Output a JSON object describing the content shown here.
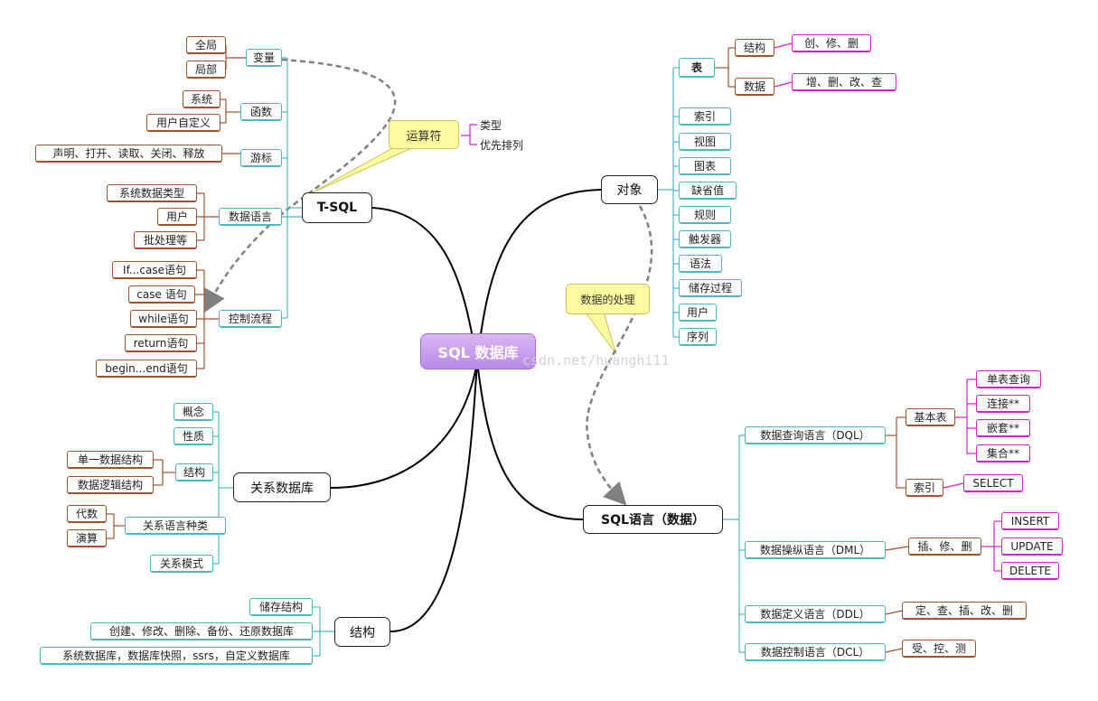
{
  "center": "SQL 数据库",
  "watermark": "csdn.net/huanghi11",
  "tsql": {
    "title": "T-SQL",
    "variable": {
      "label": "变量",
      "children": [
        "全局",
        "局部"
      ]
    },
    "function": {
      "label": "函数",
      "children": [
        "系统",
        "用户自定义"
      ]
    },
    "cursor": {
      "label": "游标",
      "children": [
        "声明、打开、读取、关闭、释放"
      ]
    },
    "data_lang": {
      "label": "数据语言",
      "children": [
        "系统数据类型",
        "用户",
        "批处理等"
      ]
    },
    "control": {
      "label": "控制流程",
      "children": [
        "If...case语句",
        "case 语句",
        "while语句",
        "return语句",
        "begin...end语句"
      ]
    },
    "operator_callout": "运算符",
    "operator_items": [
      "类型",
      "优先排列"
    ]
  },
  "objects": {
    "title": "对象",
    "table": {
      "label": "表",
      "structure": "结构",
      "structure_ops": "创、修、删",
      "data": "数据",
      "data_ops": "增、删、改、查"
    },
    "items": [
      "索引",
      "视图",
      "图表",
      "缺省值",
      "规则",
      "触发器",
      "语法",
      "储存过程",
      "用户",
      "序列"
    ]
  },
  "data_callout": "数据的处理",
  "sql_lang": {
    "title": "SQL语言（数据）",
    "dql": {
      "label": "数据查询语言（DQL）",
      "basic": "基本表",
      "basic_items": [
        "单表查询",
        "连接**",
        "嵌套**",
        "集合**"
      ],
      "index": "索引",
      "select": "SELECT"
    },
    "dml": {
      "label": "数据操纵语言（DML）",
      "ops": "插、修、删",
      "items": [
        "INSERT",
        "UPDATE",
        "DELETE"
      ]
    },
    "ddl": {
      "label": "数据定义语言（DDL）",
      "ops": "定、查、插、改、删"
    },
    "dcl": {
      "label": "数据控制语言（DCL）",
      "ops": "受、控、测"
    }
  },
  "relational": {
    "title": "关系数据库",
    "concept": "概念",
    "nature": "性质",
    "structure": {
      "label": "结构",
      "children": [
        "单一数据结构",
        "数据逻辑结构"
      ]
    },
    "lang": {
      "label": "关系语言种类",
      "children": [
        "代数",
        "演算"
      ]
    },
    "schema": "关系模式"
  },
  "structure": {
    "title": "结构",
    "items": [
      "储存结构",
      "创建、修改、删除、备份、还原数据库",
      "系统数据库，数据库快照，ssrs，自定义数据库"
    ]
  },
  "colors": {
    "teal": "#4cb8c4",
    "brown": "#a0522d",
    "pink": "#d020c8",
    "center": "#b98ae8",
    "callout": "#fdfb9f",
    "dash": "#808080"
  }
}
